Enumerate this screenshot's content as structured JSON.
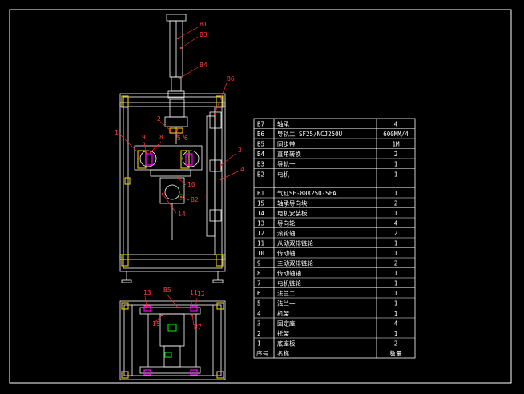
{
  "colors": {
    "background": "#000000",
    "frame": "#ffffff",
    "leader": "#ff2a2a",
    "label": "#ff3a3a",
    "part_yellow": "#d8c000",
    "part_magenta": "#ff00ff",
    "part_green": "#00d000",
    "table_text": "#ffffff"
  },
  "callouts": {
    "front_view": [
      "B1",
      "B3",
      "B4",
      "B6",
      "1",
      "2",
      "5",
      "6",
      "8",
      "9",
      "3",
      "4",
      "10",
      "B2",
      "14"
    ],
    "top_view": [
      "13",
      "B5",
      "11",
      "12",
      "B7",
      "15"
    ]
  },
  "bom": {
    "header": {
      "no": "序号",
      "name": "名称",
      "qty": "数量"
    },
    "rows": [
      {
        "no": "B7",
        "name": "轴承",
        "qty": "4"
      },
      {
        "no": "B6",
        "name": "导轨二 SF25/NCJ250U",
        "qty": "600MM/4"
      },
      {
        "no": "B5",
        "name": "同步带",
        "qty": "1M"
      },
      {
        "no": "B4",
        "name": "直角转换",
        "qty": "2"
      },
      {
        "no": "B3",
        "name": "导轨一",
        "qty": "1"
      },
      {
        "no": "B2",
        "name": "电机",
        "qty": "1"
      },
      {
        "no": "B1",
        "name": "气缸SE-80X250-SFA",
        "qty": "1"
      },
      {
        "no": "15",
        "name": "轴承导向块",
        "qty": "2"
      },
      {
        "no": "14",
        "name": "电机安装板",
        "qty": "1"
      },
      {
        "no": "13",
        "name": "导向轮",
        "qty": "4"
      },
      {
        "no": "12",
        "name": "滚轮轴",
        "qty": "2"
      },
      {
        "no": "11",
        "name": "从动双排链轮",
        "qty": "1"
      },
      {
        "no": "10",
        "name": "传动轴",
        "qty": "1"
      },
      {
        "no": "9",
        "name": "主动双排链轮",
        "qty": "2"
      },
      {
        "no": "8",
        "name": "传动轴轴",
        "qty": "1"
      },
      {
        "no": "7",
        "name": "电机链轮",
        "qty": "1"
      },
      {
        "no": "6",
        "name": "法兰二",
        "qty": "1"
      },
      {
        "no": "5",
        "name": "法兰一",
        "qty": "1"
      },
      {
        "no": "4",
        "name": "机架",
        "qty": "1"
      },
      {
        "no": "3",
        "name": "固定座",
        "qty": "4"
      },
      {
        "no": "2",
        "name": "托架",
        "qty": "1"
      },
      {
        "no": "1",
        "name": "底座板",
        "qty": "2"
      }
    ]
  }
}
